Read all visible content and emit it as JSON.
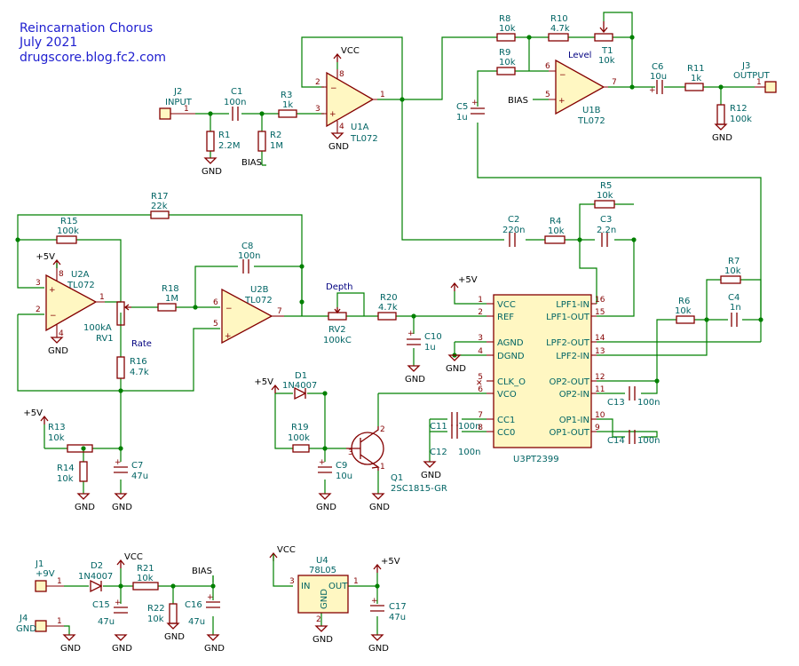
{
  "title": {
    "line1": "Reincarnation Chorus",
    "line2": "July 2021",
    "line3": "drugscore.blog.fc2.com"
  },
  "nets": {
    "vcc": "VCC",
    "gnd": "GND",
    "p5v": "+5V",
    "bias": "BIAS",
    "p9v": "+9V"
  },
  "connectors": {
    "j1": {
      "ref": "J1",
      "name": "+9V",
      "pin": "1"
    },
    "j2": {
      "ref": "J2",
      "name": "INPUT",
      "pin": "1"
    },
    "j3": {
      "ref": "J3",
      "name": "OUTPUT",
      "pin": "1"
    },
    "j4": {
      "ref": "J4",
      "name": "GND",
      "pin": "1"
    }
  },
  "resistors": {
    "r1": {
      "ref": "R1",
      "value": "2.2M"
    },
    "r2": {
      "ref": "R2",
      "value": "1M"
    },
    "r3": {
      "ref": "R3",
      "value": "1k"
    },
    "r4": {
      "ref": "R4",
      "value": "10k"
    },
    "r5": {
      "ref": "R5",
      "value": "10k"
    },
    "r6": {
      "ref": "R6",
      "value": "10k"
    },
    "r7": {
      "ref": "R7",
      "value": "10k"
    },
    "r8": {
      "ref": "R8",
      "value": "10k"
    },
    "r9": {
      "ref": "R9",
      "value": "10k"
    },
    "r10": {
      "ref": "R10",
      "value": "4.7k"
    },
    "r11": {
      "ref": "R11",
      "value": "1k"
    },
    "r12": {
      "ref": "R12",
      "value": "100k"
    },
    "r13": {
      "ref": "R13",
      "value": "10k"
    },
    "r14": {
      "ref": "R14",
      "value": "10k"
    },
    "r15": {
      "ref": "R15",
      "value": "100k"
    },
    "r16": {
      "ref": "R16",
      "value": "4.7k"
    },
    "r17": {
      "ref": "R17",
      "value": "22k"
    },
    "r18": {
      "ref": "R18",
      "value": "1M"
    },
    "r19": {
      "ref": "R19",
      "value": "100k"
    },
    "r20": {
      "ref": "R20",
      "value": "4.7k"
    },
    "r21": {
      "ref": "R21",
      "value": "10k"
    },
    "r22": {
      "ref": "R22",
      "value": "10k"
    }
  },
  "capacitors": {
    "c1": {
      "ref": "C1",
      "value": "100n"
    },
    "c2": {
      "ref": "C2",
      "value": "220n"
    },
    "c3": {
      "ref": "C3",
      "value": "2.2n"
    },
    "c4": {
      "ref": "C4",
      "value": "1n"
    },
    "c5": {
      "ref": "C5",
      "value": "1u"
    },
    "c6": {
      "ref": "C6",
      "value": "10u"
    },
    "c7": {
      "ref": "C7",
      "value": "47u"
    },
    "c8": {
      "ref": "C8",
      "value": "100n"
    },
    "c9": {
      "ref": "C9",
      "value": "10u"
    },
    "c10": {
      "ref": "C10",
      "value": "1u"
    },
    "c11": {
      "ref": "C11",
      "value": "100n"
    },
    "c12": {
      "ref": "C12",
      "value": "100n"
    },
    "c13": {
      "ref": "C13",
      "value": "100n"
    },
    "c14": {
      "ref": "C14",
      "value": "100n"
    },
    "c15": {
      "ref": "C15",
      "value": "47u"
    },
    "c16": {
      "ref": "C16",
      "value": "47u"
    },
    "c17": {
      "ref": "C17",
      "value": "47u"
    }
  },
  "pots": {
    "rv1": {
      "ref": "RV1",
      "value": "100kA",
      "label": "Rate"
    },
    "rv2": {
      "ref": "RV2",
      "value": "100kC",
      "label": "Depth"
    },
    "t1": {
      "ref": "T1",
      "value": "10k",
      "label": "Level"
    }
  },
  "opamps": {
    "u1a": {
      "ref": "U1A",
      "part": "TL072"
    },
    "u1b": {
      "ref": "U1B",
      "part": "TL072"
    },
    "u2a": {
      "ref": "U2A",
      "part": "TL072"
    },
    "u2b": {
      "ref": "U2B",
      "part": "TL072"
    }
  },
  "diodes": {
    "d1": {
      "ref": "D1",
      "part": "1N4007"
    },
    "d2": {
      "ref": "D2",
      "part": "1N4007"
    }
  },
  "transistor": {
    "ref": "Q1",
    "part": "2SC1815-GR"
  },
  "regulator": {
    "ref": "U4",
    "part": "78L05",
    "in_label": "IN",
    "out_label": "OUT",
    "gnd_label": "GND"
  },
  "pt2399": {
    "ref": "U3",
    "part": "PT2399",
    "left_pins": [
      {
        "num": "1",
        "name": "VCC"
      },
      {
        "num": "2",
        "name": "REF"
      },
      {
        "num": "3",
        "name": "AGND"
      },
      {
        "num": "4",
        "name": "DGND"
      },
      {
        "num": "5",
        "name": "CLK_O"
      },
      {
        "num": "6",
        "name": "VCO"
      },
      {
        "num": "7",
        "name": "CC1"
      },
      {
        "num": "8",
        "name": "CC0"
      }
    ],
    "right_pins": [
      {
        "num": "16",
        "name": "LPF1-IN"
      },
      {
        "num": "15",
        "name": "LPF1-OUT"
      },
      {
        "num": "14",
        "name": "LPF2-OUT"
      },
      {
        "num": "13",
        "name": "LPF2-IN"
      },
      {
        "num": "12",
        "name": "OP2-OUT"
      },
      {
        "num": "11",
        "name": "OP2-IN"
      },
      {
        "num": "10",
        "name": "OP1-IN"
      },
      {
        "num": "9",
        "name": "OP1-OUT"
      }
    ]
  },
  "pin_numbers": {
    "p1": "1",
    "p2": "2",
    "p3": "3",
    "p4": "4",
    "p5": "5",
    "p6": "6",
    "p7": "7",
    "p8": "8"
  }
}
